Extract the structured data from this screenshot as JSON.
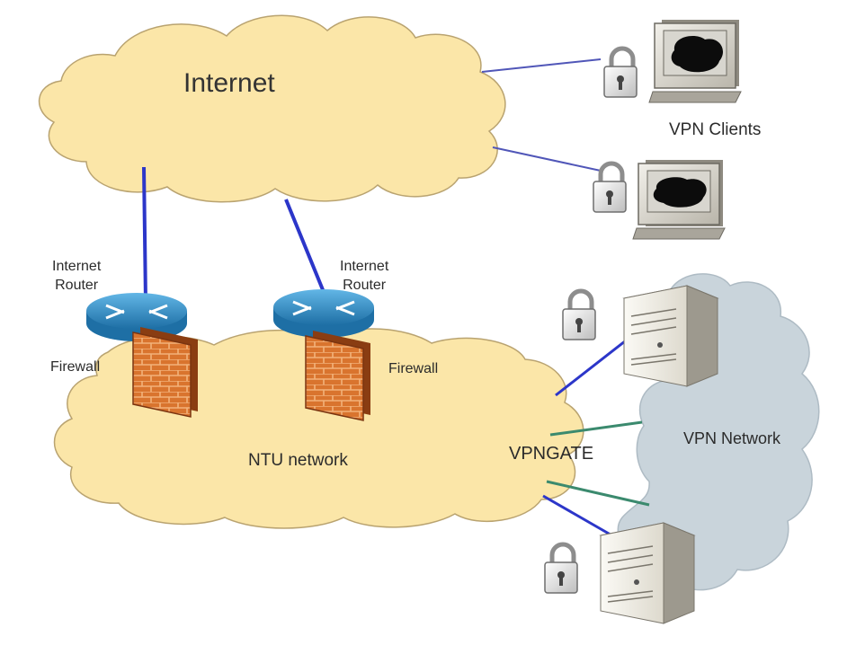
{
  "clouds": {
    "internet": {
      "label": "Internet"
    },
    "ntu": {
      "label": "NTU network"
    },
    "vpn": {
      "label": "VPN Network"
    }
  },
  "gateway": {
    "label": "VPNGATE"
  },
  "clients": {
    "label": "VPN Clients"
  },
  "routers": [
    {
      "line1": "Internet",
      "line2": "Router"
    },
    {
      "line1": "Internet",
      "line2": "Router"
    }
  ],
  "firewalls": [
    {
      "label": "Firewall"
    },
    {
      "label": "Firewall"
    }
  ],
  "colors": {
    "cloud_fill": "#fbe6a8",
    "cloud_stroke": "#b9a370",
    "vpn_cloud_fill": "#c9d4db",
    "link_blue": "#2c36c9",
    "link_teal": "#3b8a6e",
    "firewall": "#cf6a28",
    "router": "#2f8fc7"
  },
  "icons": [
    "lock-icon",
    "computer-icon",
    "server-icon",
    "router-icon",
    "firewall-icon"
  ]
}
